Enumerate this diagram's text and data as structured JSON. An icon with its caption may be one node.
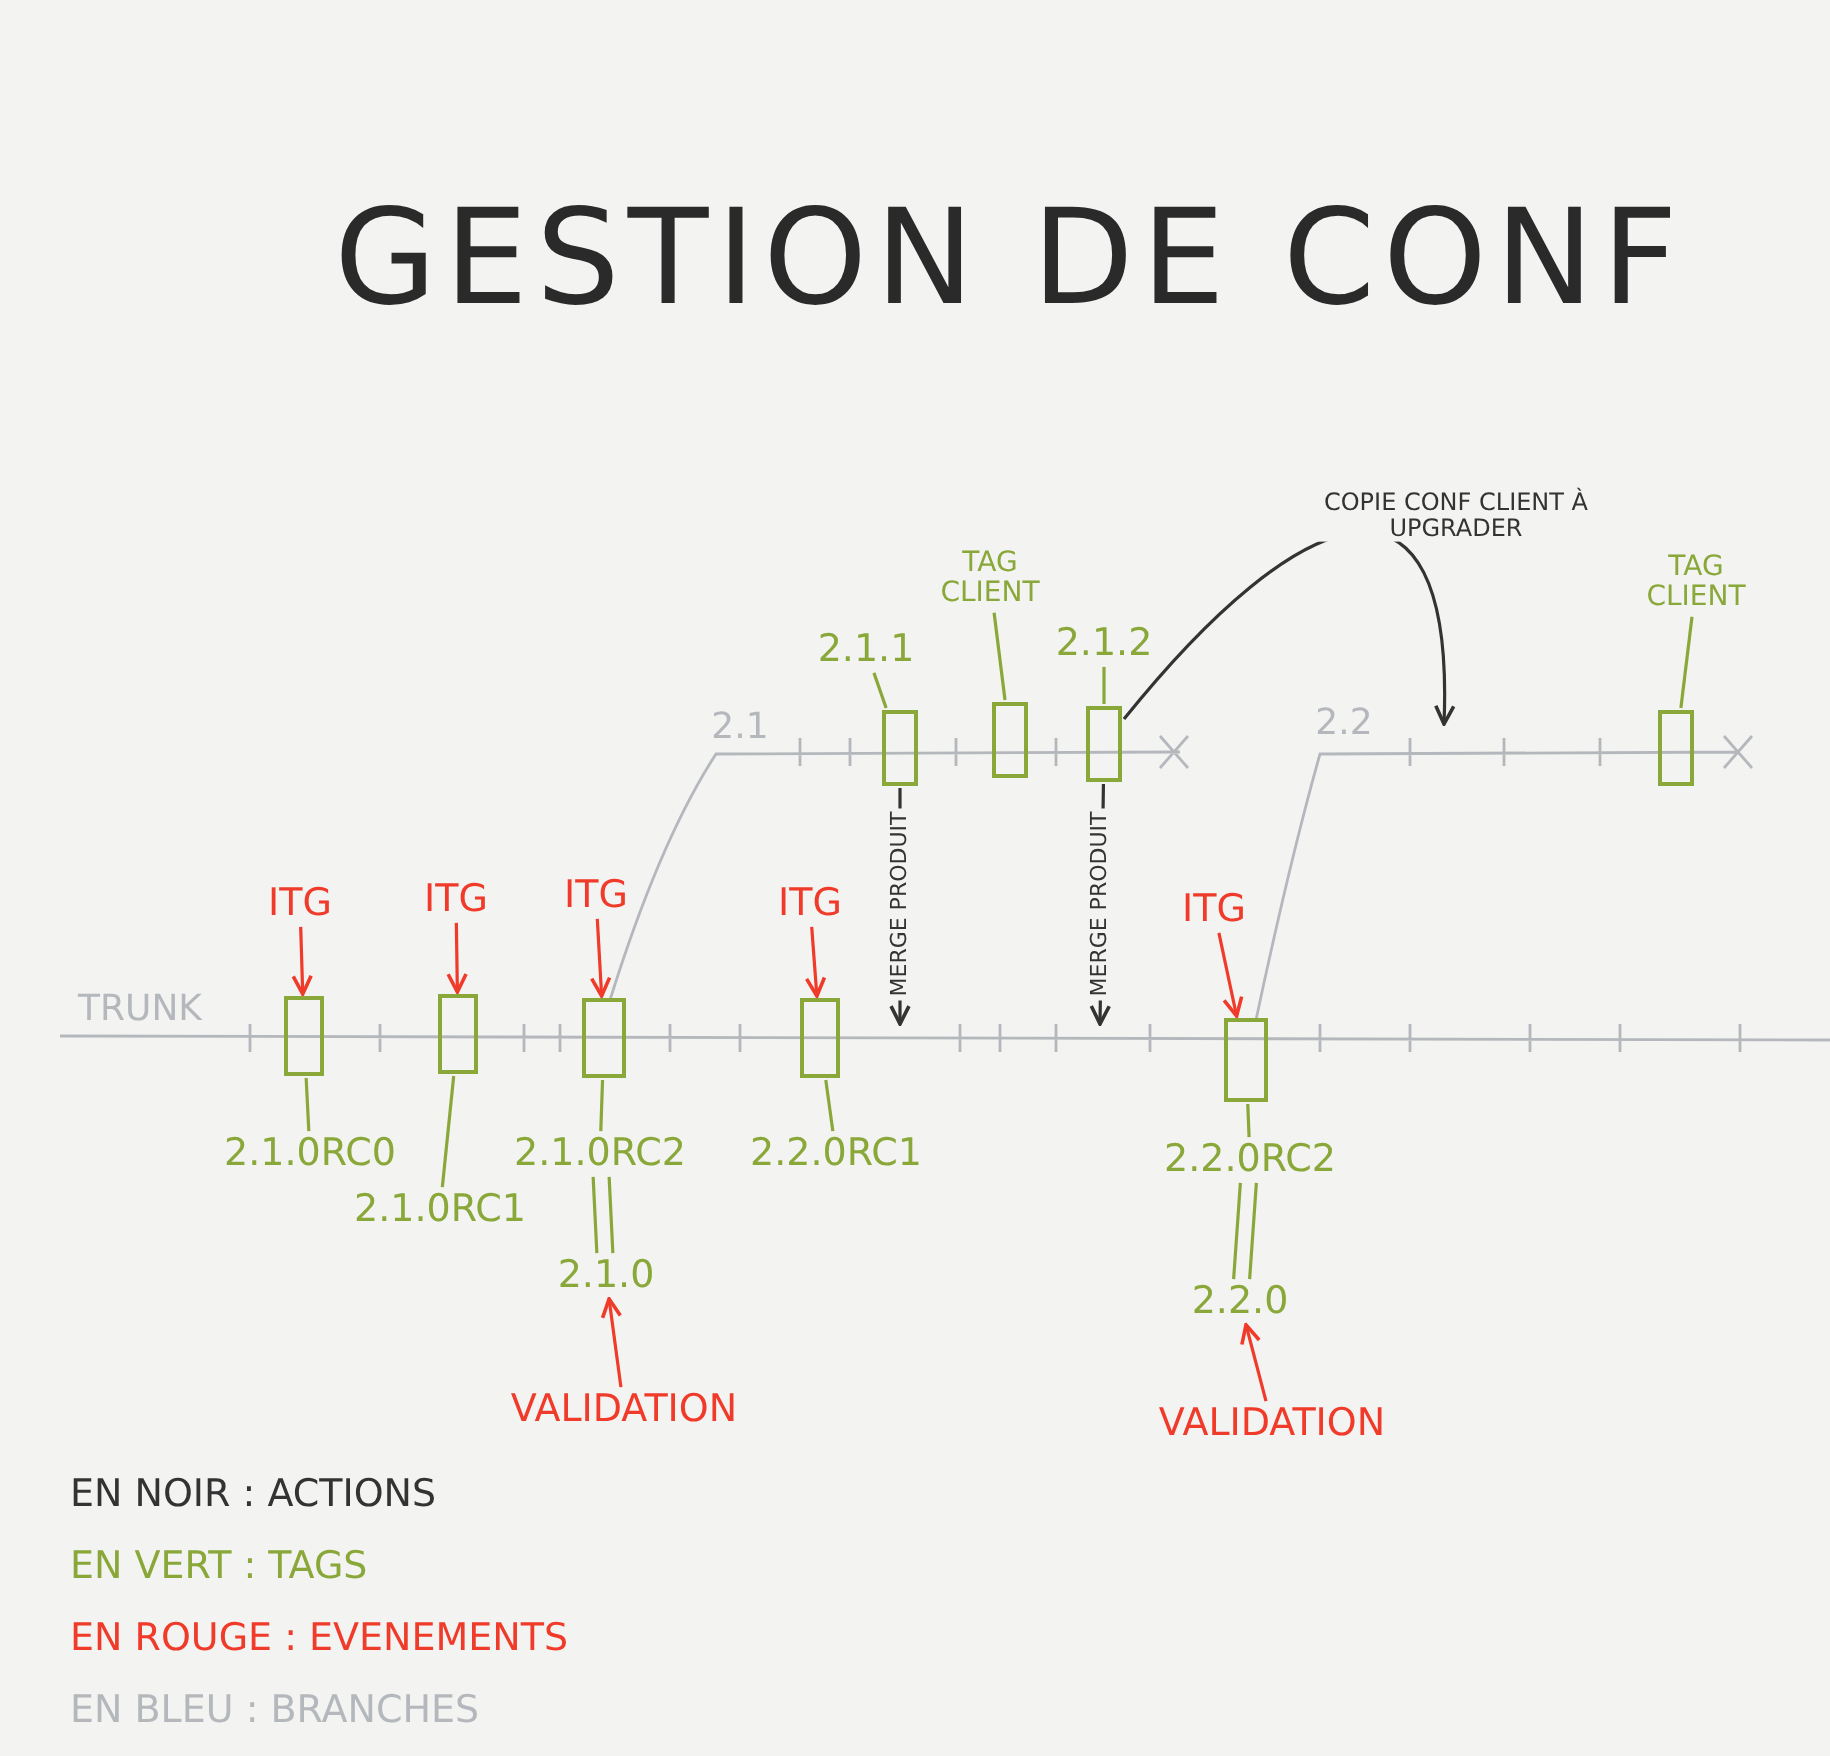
{
  "diagram": {
    "title": "GESTION DE CONF",
    "nodes": [
      {
        "text": [
          "TAG CLIENT"
        ]
      },
      {
        "text": [
          "TAG CLIENT"
        ]
      },
      {
        "text": [
          "2.1.1"
        ]
      },
      {
        "text": [
          "2.1.2"
        ]
      },
      {
        "text": [],
        "shape": "box"
      },
      {
        "text": [],
        "shape": "box"
      },
      {
        "text": [],
        "shape": "box"
      },
      {
        "text": [],
        "shape": "box"
      },
      {
        "text": [
          "ITG"
        ]
      },
      {
        "text": [
          "ITG"
        ]
      },
      {
        "text": [
          "ITG"
        ]
      },
      {
        "text": [
          "ITG"
        ]
      },
      {
        "text": [
          "ITG"
        ]
      },
      {
        "text": [],
        "shape": "box"
      },
      {
        "text": [],
        "shape": "box"
      },
      {
        "text": [],
        "shape": "box"
      },
      {
        "text": [],
        "shape": "box"
      },
      {
        "text": [],
        "shape": "box"
      },
      {
        "text": [
          "2.1.0RC0"
        ]
      },
      {
        "text": [
          "2.1.0RC1"
        ]
      },
      {
        "text": [
          "2.1.0RC2"
        ]
      },
      {
        "text": [
          "2.2.0RC1"
        ]
      },
      {
        "text": [
          "2.2.0RC2"
        ]
      },
      {
        "text": [
          "2.1.0"
        ]
      },
      {
        "text": [
          "2.2.0"
        ]
      },
      {
        "text": [
          "VALIDATION"
        ]
      },
      {
        "text": [
          "VALIDATION"
        ]
      }
    ],
    "edges": [
      {
        "from": 0,
        "to": 5,
        "arrow": "none"
      },
      {
        "from": 1,
        "to": 7,
        "arrow": "none"
      },
      {
        "from": 2,
        "to": 4,
        "arrow": "none"
      },
      {
        "from": 3,
        "to": 6,
        "arrow": "none"
      },
      {
        "from": 8,
        "to": 13,
        "arrow": "to",
        "color": "#f03a2a"
      },
      {
        "from": 9,
        "to": 14,
        "arrow": "to",
        "color": "#f03a2a"
      },
      {
        "from": 10,
        "to": 15,
        "arrow": "to",
        "color": "#f03a2a"
      },
      {
        "from": 11,
        "to": 16,
        "arrow": "to",
        "color": "#f03a2a"
      },
      {
        "from": 12,
        "to": 17,
        "arrow": "to",
        "color": "#f03a2a"
      },
      {
        "from": 13,
        "to": 18,
        "arrow": "none"
      },
      {
        "from": 14,
        "to": 19,
        "arrow": "none"
      },
      {
        "from": 15,
        "to": 20,
        "arrow": "none"
      },
      {
        "from": 16,
        "to": 21,
        "arrow": "none"
      },
      {
        "from": 17,
        "to": 22,
        "arrow": "none"
      },
      {
        "from": 20,
        "to": 23,
        "arrow": "none"
      },
      {
        "from": 22,
        "to": 24,
        "arrow": "none"
      },
      {
        "from": 25,
        "to": 23,
        "arrow": "to",
        "color": "#f03a2a"
      },
      {
        "from": 26,
        "to": 24,
        "arrow": "to",
        "color": "#f03a2a"
      },
      {
        "from": 4,
        "to": null,
        "arrow": "to",
        "label": "MERGE PRODUIT",
        "color": "#333333"
      },
      {
        "from": 6,
        "to": null,
        "arrow": "to",
        "label": "MERGE PRODUIT",
        "color": "#333333"
      },
      {
        "from": 6,
        "to": null,
        "arrow": "to",
        "label": "COPIE CONF CLIENT À UPGRADER",
        "color": "#333333"
      }
    ],
    "labels": [
      "2.1",
      "2.2",
      "TRUNK"
    ],
    "legend": [
      {
        "text": "EN NOIR : ACTIONS",
        "color": "#333333"
      },
      {
        "text": "EN VERT : TAGS",
        "color": "#8aa83a"
      },
      {
        "text": "EN ROUGE : EVENEMENTS",
        "color": "#f03a2a"
      },
      {
        "text": "EN BLEU : BRANCHES",
        "color": "#b4b8bc"
      }
    ]
  }
}
